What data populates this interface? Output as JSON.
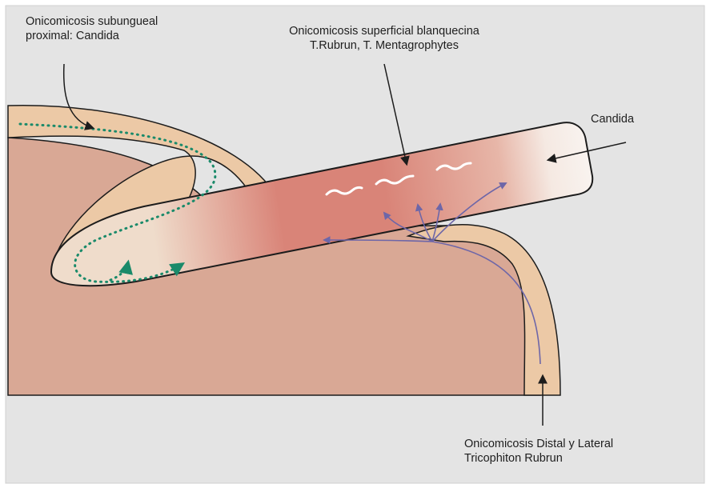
{
  "labels": {
    "proximal": {
      "line1": "Onicomicosis subungueal",
      "line2": "proximal: Candida"
    },
    "superficial": {
      "line1": "Onicomicosis superficial blanquecina",
      "line2": "T.Rubrun, T. Mentagrophytes"
    },
    "candida": "Candida",
    "distal": {
      "line1": "Onicomicosis Distal y Lateral",
      "line2": "Tricophiton Rubrun"
    }
  },
  "colors": {
    "background": "#e4e4e4",
    "skin": "#d9a895",
    "nail_fold": "#ecc9a6",
    "nail_plate": "#efdccb",
    "infection_red": "#d98478",
    "outline": "#1c1c1c",
    "dotted_path": "#1a8a6a",
    "fungal_arrows": "#6d66a8",
    "white_streaks": "#ffffff"
  }
}
